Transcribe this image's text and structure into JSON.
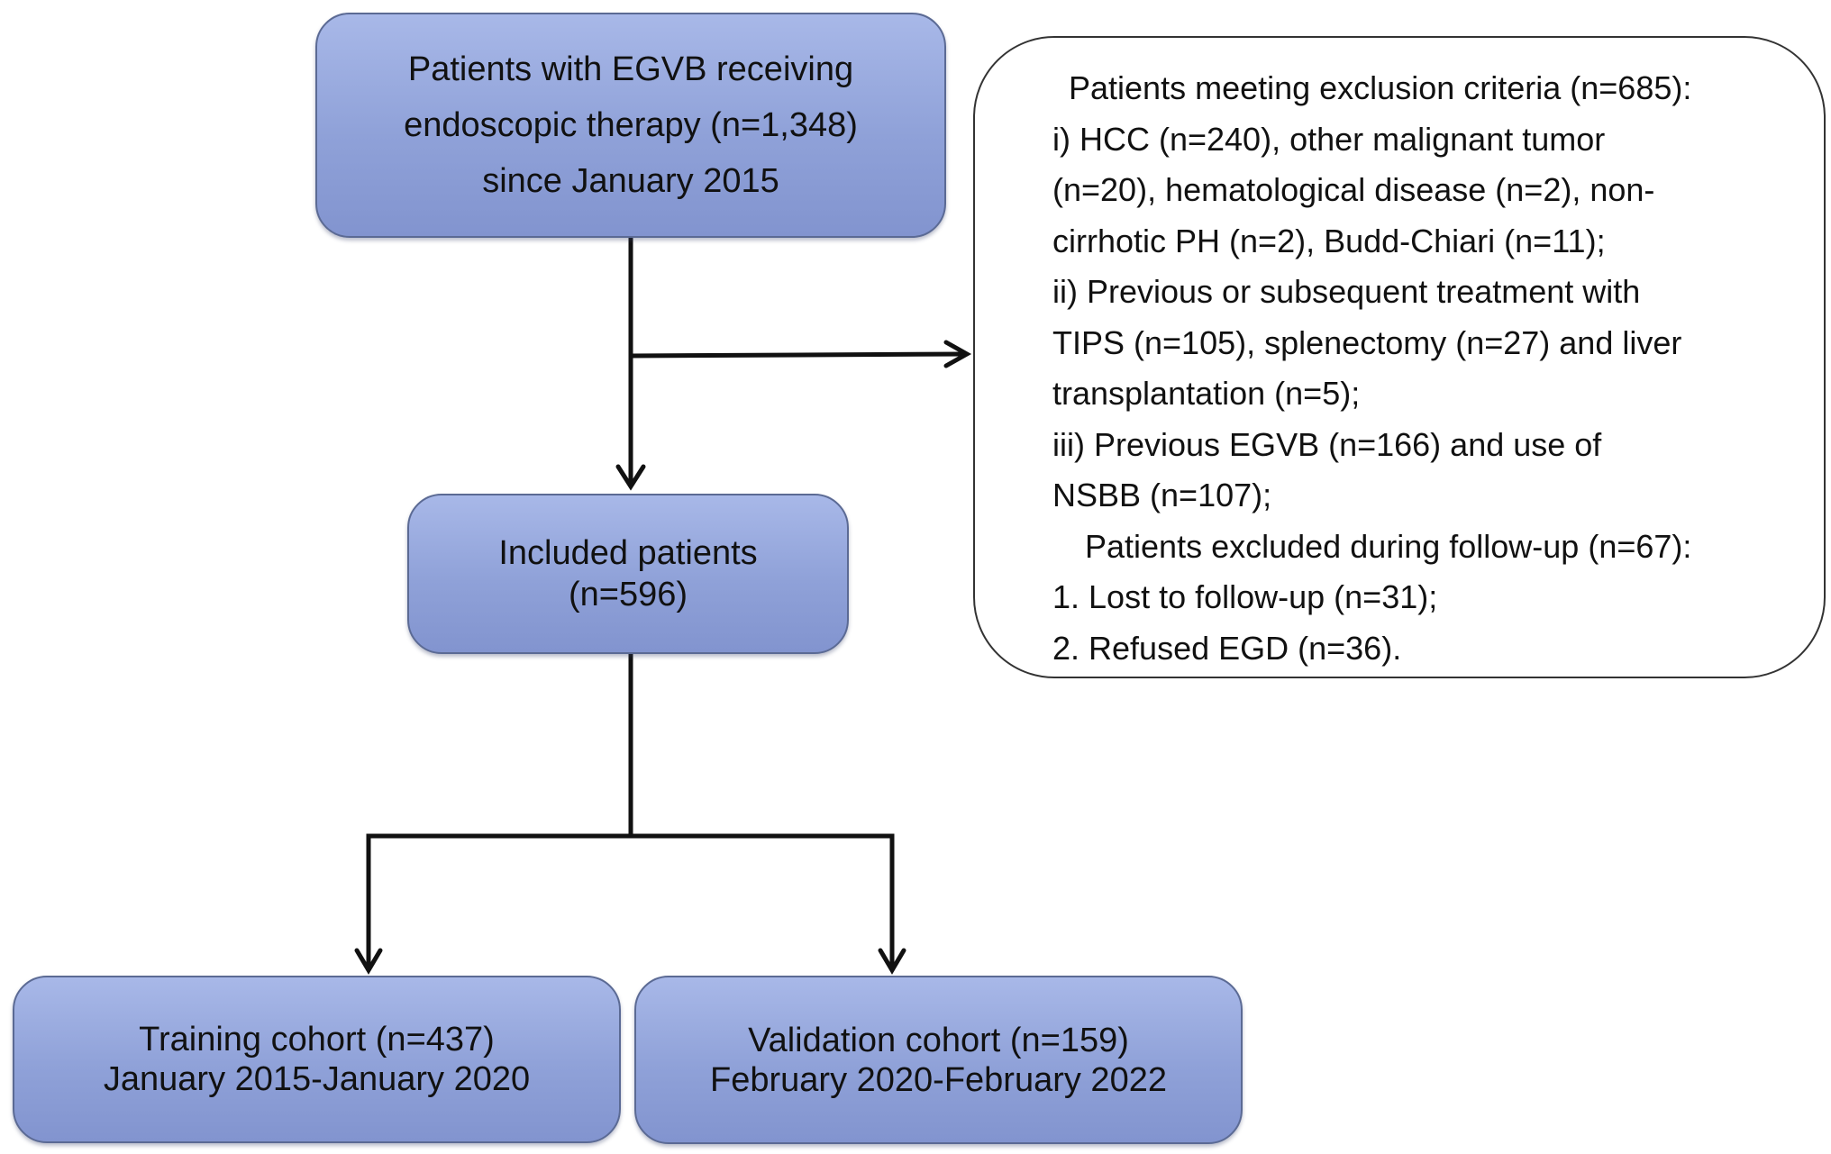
{
  "top_box": {
    "lines": [
      "Patients with EGVB receiving",
      "endoscopic therapy (n=1,348)",
      "since January 2015"
    ]
  },
  "included_box": {
    "lines": [
      "Included patients",
      "(n=596)"
    ]
  },
  "training_box": {
    "lines": [
      "Training cohort (n=437)",
      "January 2015-January 2020"
    ]
  },
  "validation_box": {
    "lines": [
      "Validation cohort (n=159)",
      "February 2020-February 2022"
    ]
  },
  "exclusion_box": {
    "lines": [
      "Patients meeting exclusion criteria (n=685):",
      "i) HCC (n=240), other malignant tumor",
      "(n=20), hematological disease (n=2), non-",
      "cirrhotic PH (n=2), Budd-Chiari (n=11);",
      "ii) Previous or subsequent treatment with",
      "TIPS (n=105), splenectomy (n=27) and liver",
      "transplantation (n=5);",
      "iii) Previous EGVB (n=166) and use of",
      "NSBB (n=107);",
      "Patients excluded during follow-up (n=67):",
      "1. Lost to follow-up (n=31);",
      "2. Refused EGD (n=36)."
    ]
  },
  "colors": {
    "box_fill": "#9aabe0",
    "box_border": "#5b6a94",
    "arrow": "#111111"
  }
}
